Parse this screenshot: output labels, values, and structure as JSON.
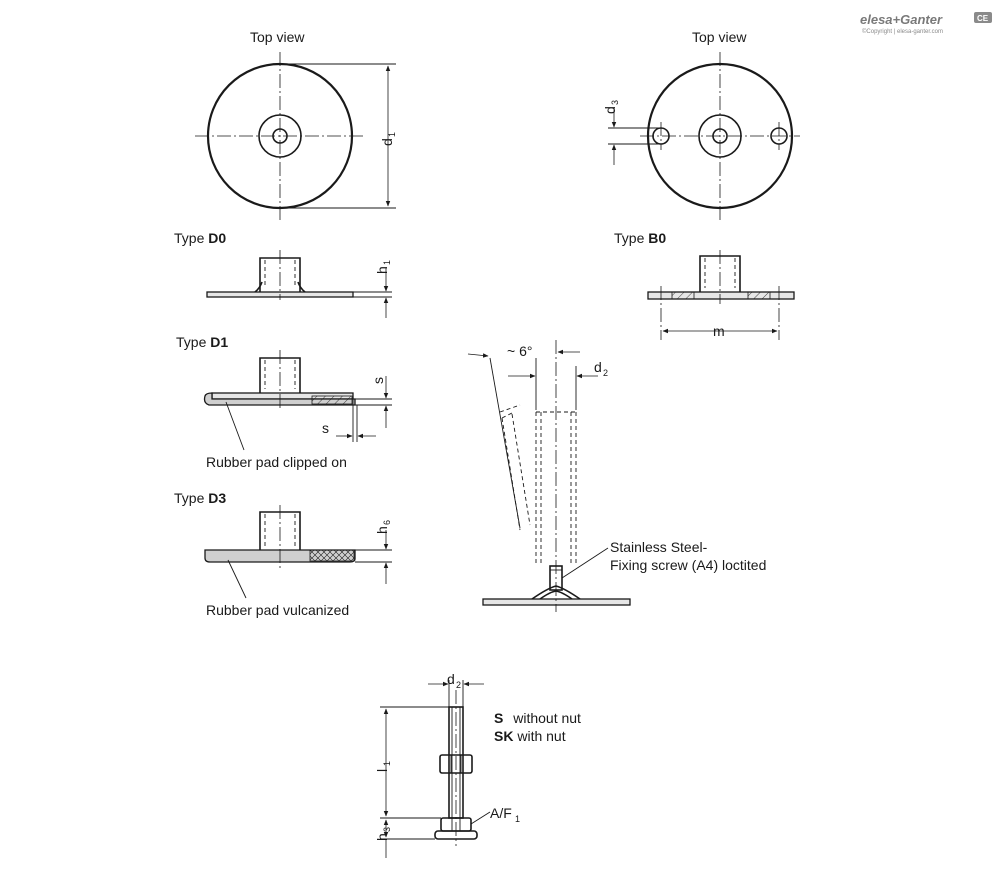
{
  "labels": {
    "top_view_left": "Top view",
    "top_view_right": "Top view",
    "type_word": "Type",
    "type_d0": "D0",
    "type_b0": "B0",
    "type_d1": "D1",
    "type_d3": "D3",
    "rubber_clipped": "Rubber pad clipped on",
    "rubber_vulcanized": "Rubber pad vulcanized",
    "screw_line1": "Stainless Steel-",
    "screw_line2": "Fixing screw (A4) loctited",
    "angle": "~ 6°",
    "variant_s_code": "S",
    "variant_s_text": "without nut",
    "variant_sk_code": "SK",
    "variant_sk_text": "with nut"
  },
  "dims": {
    "d": "d",
    "h": "h",
    "l": "l",
    "s": "s",
    "m": "m",
    "af": "A/F",
    "sub_1": "1",
    "sub_2": "2",
    "sub_3": "3",
    "sub_6": "6"
  },
  "brand": {
    "name": "elesa+Ganter",
    "copyright": "©Copyright | elesa-ganter.com",
    "mark": "CE"
  }
}
